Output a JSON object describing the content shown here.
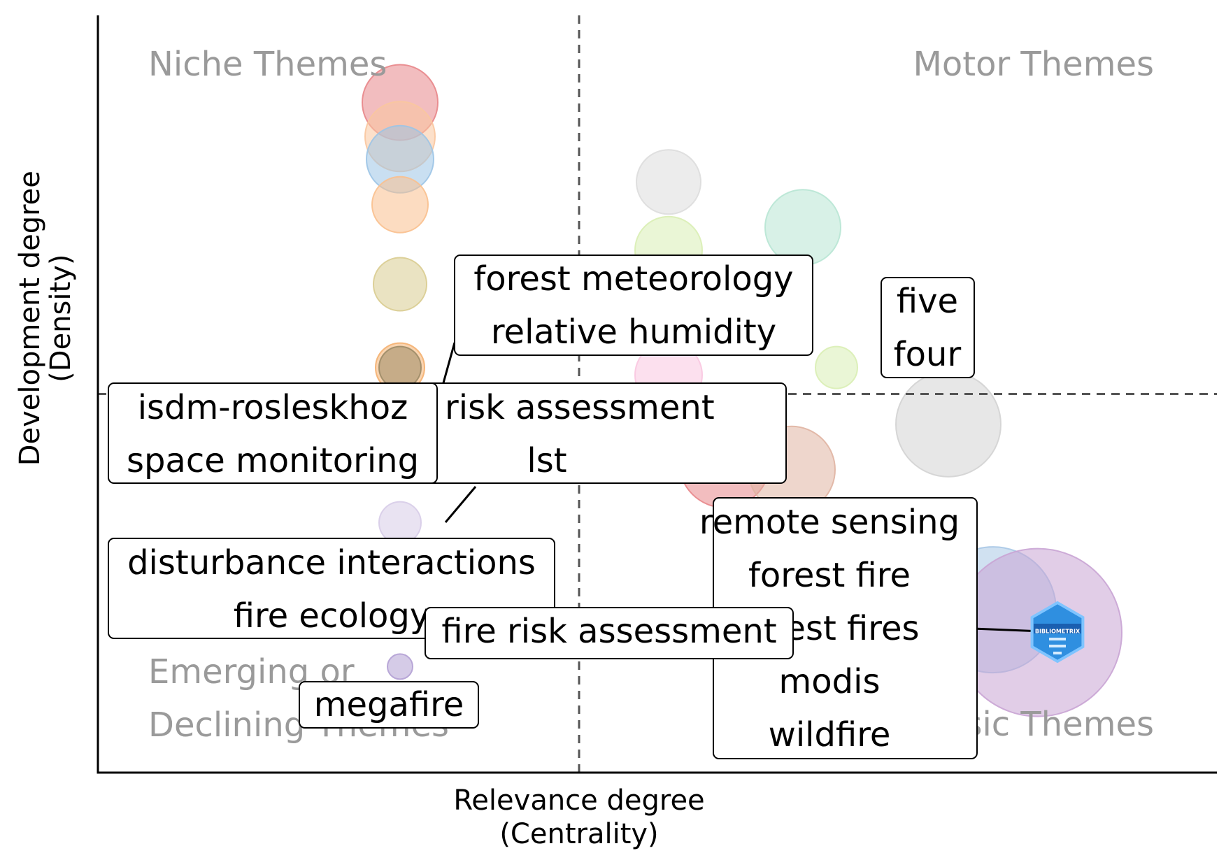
{
  "chart_data": {
    "type": "scatter",
    "subtype": "thematic-map",
    "xlabel": [
      "Relevance degree",
      "(Centrality)"
    ],
    "ylabel": [
      "Development degree",
      "(Density)"
    ],
    "xlim": [
      0,
      100
    ],
    "ylim": [
      0,
      100
    ],
    "x_divider": 43,
    "y_divider": 50,
    "grid": false,
    "quadrant_labels": {
      "top_left": "Niche Themes",
      "top_right": "Motor Themes",
      "bottom_left": [
        "Emerging or",
        "Declining Themes"
      ],
      "bottom_right": "Basic Themes"
    },
    "clusters": [
      {
        "x": 27.0,
        "y": 88.5,
        "size": 54,
        "color": "#e8868a"
      },
      {
        "x": 27.0,
        "y": 84.0,
        "size": 50,
        "color": "#f9c79e"
      },
      {
        "x": 27.0,
        "y": 81.0,
        "size": 48,
        "color": "#9cc4e6"
      },
      {
        "x": 27.0,
        "y": 75.0,
        "size": 40,
        "color": "#f9c08e"
      },
      {
        "x": 27.0,
        "y": 64.5,
        "size": 38,
        "color": "#d9cc90"
      },
      {
        "x": 27.0,
        "y": 53.5,
        "size": 35,
        "color": "#f4b070"
      },
      {
        "x": 27.0,
        "y": 53.5,
        "size": 30,
        "color": "#9c8b67"
      },
      {
        "x": 27.0,
        "y": 33.0,
        "size": 30,
        "color": "#d7cce8"
      },
      {
        "x": 27.0,
        "y": 14.0,
        "size": 18,
        "color": "#b2a0d4"
      },
      {
        "x": 51.0,
        "y": 52.5,
        "size": 48,
        "color": "#f9c6e0"
      },
      {
        "x": 51.0,
        "y": 78.0,
        "size": 46,
        "color": "#dddddd"
      },
      {
        "x": 51.0,
        "y": 69.0,
        "size": 48,
        "color": "#d9eeb4"
      },
      {
        "x": 63.0,
        "y": 72.0,
        "size": 54,
        "color": "#b8e6d4"
      },
      {
        "x": 66.0,
        "y": 53.5,
        "size": 30,
        "color": "#d9eeb4"
      },
      {
        "x": 56.0,
        "y": 41.0,
        "size": 65,
        "color": "#e8868a"
      },
      {
        "x": 62.0,
        "y": 40.0,
        "size": 62,
        "color": "#e0b4a2"
      },
      {
        "x": 76.0,
        "y": 46.0,
        "size": 75,
        "color": "#d3d3d3"
      },
      {
        "x": 74.0,
        "y": 28.0,
        "size": 70,
        "color": "#b8e0b0"
      },
      {
        "x": 80.0,
        "y": 21.5,
        "size": 90,
        "color": "#a9c8e6"
      },
      {
        "x": 84.0,
        "y": 18.5,
        "size": 120,
        "color": "#c9a4d4"
      }
    ],
    "annotations": [
      {
        "lines": [
          "forest meteorology",
          "relative humidity"
        ]
      },
      {
        "lines": [
          "five",
          "four"
        ]
      },
      {
        "lines": [
          "isdm-rosleskhoz",
          "space monitoring"
        ]
      },
      {
        "lines": [
          "fire risk assessment",
          "lst"
        ]
      },
      {
        "lines": [
          "disturbance interactions",
          "fire ecology"
        ]
      },
      {
        "lines": [
          "fire risk assessment"
        ]
      },
      {
        "lines": [
          "megafire"
        ]
      },
      {
        "lines": [
          "remote sensing",
          "forest fire",
          "forest fires",
          "modis",
          "wildfire"
        ]
      }
    ],
    "logo_text": "BIBLIOMETRIX"
  }
}
